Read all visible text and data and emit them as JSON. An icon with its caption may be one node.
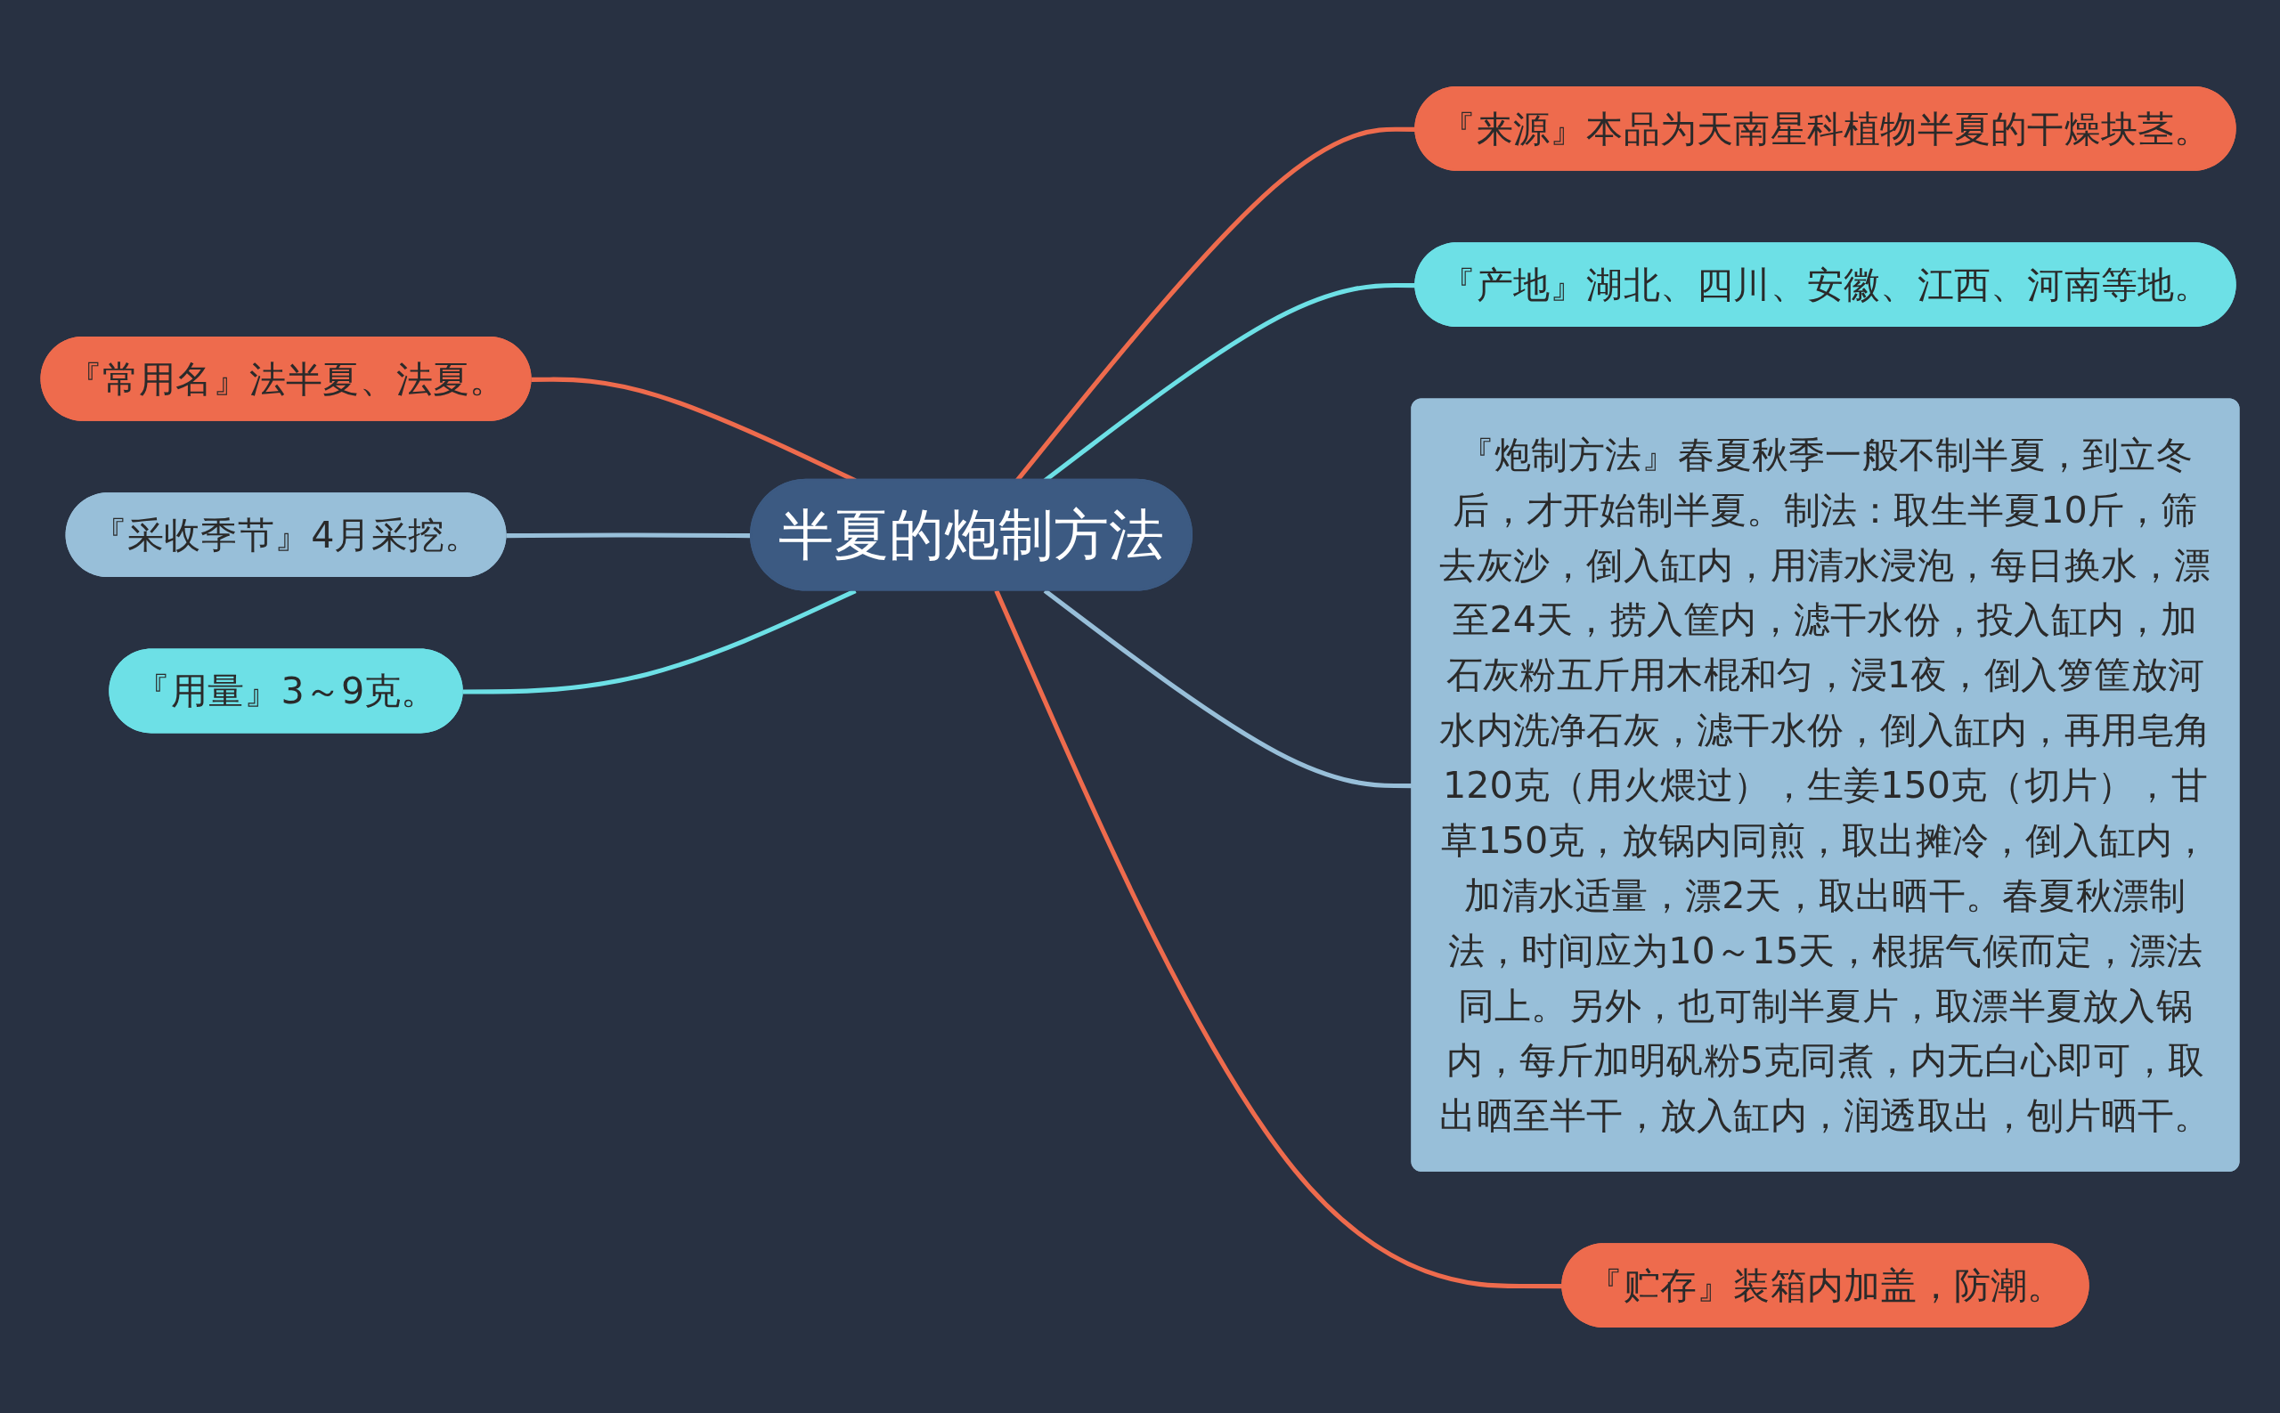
{
  "diagram": {
    "nodes": [
      {
        "text": [
          "半夏的炮制方法"
        ]
      },
      {
        "text": [
          "『来源』本品为天南星科植物半夏的干燥块茎。"
        ]
      },
      {
        "text": [
          "『产地』湖北、四川、安徽、江西、河南等地。"
        ]
      },
      {
        "text": [
          "『炮制方法』春夏秋季一般不制半夏，到立冬后，才开始制半夏。制法：取生半夏10斤，筛去灰沙，倒入缸内，用清水浸泡，每日换水，漂至24天，捞入筐内，滤干水份，投入缸内，加石灰粉五斤用木棍和匀，浸1夜，倒入箩筐放河水内洗净石灰，滤干水份，倒入缸内，再用皂角120克（用火煨过），生姜150克（切片），甘草150克，放锅内同煎，取出摊冷，倒入缸内，加清水适量，漂2天，取出晒干。春夏秋漂制法，时间应为10～15天，根据气候而定，漂法同上。另外，也可制半夏片，取漂半夏放入锅内，每斤加明矾粉5克同煮，内无白心即可，取出晒至半干，放入缸内，润透取出，刨片晒干。"
        ]
      },
      {
        "text": [
          "『贮存』装箱内加盖，防潮。"
        ]
      },
      {
        "text": [
          "『常用名』法半夏、法夏。"
        ]
      },
      {
        "text": [
          "『采收季节』4月采挖。"
        ]
      },
      {
        "text": [
          "『用量』3～9克。"
        ]
      }
    ],
    "edges": [
      {
        "from": 0,
        "to": 1,
        "arrow": "none"
      },
      {
        "from": 0,
        "to": 2,
        "arrow": "none",
        "color": "#6de0e6"
      },
      {
        "from": 0,
        "to": 3,
        "arrow": "none",
        "color": "#98bfd9"
      },
      {
        "from": 0,
        "to": 4,
        "arrow": "none"
      },
      {
        "from": 5,
        "to": 0,
        "arrow": "none"
      },
      {
        "from": 6,
        "to": 0,
        "arrow": "none",
        "color": "#98bfd9"
      },
      {
        "from": 7,
        "to": 0,
        "arrow": "none",
        "color": "#6de0e6"
      }
    ]
  }
}
